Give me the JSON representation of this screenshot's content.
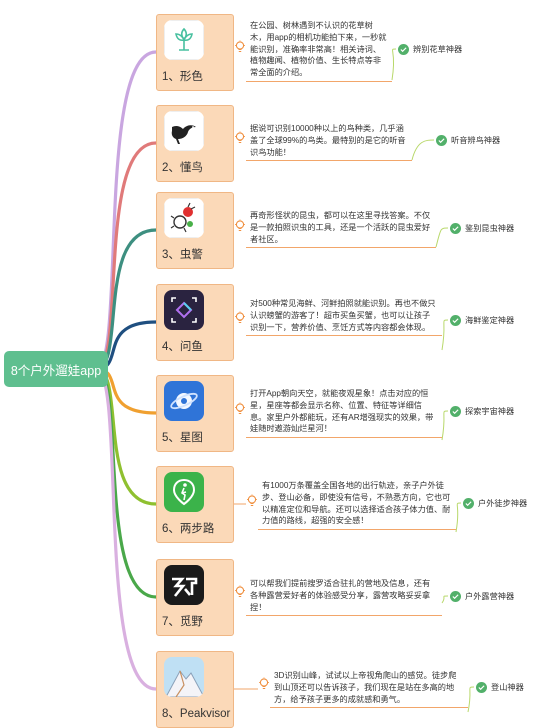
{
  "root": {
    "label": "8个户外遛娃app"
  },
  "apps": [
    {
      "label": "1、形色",
      "desc": "在公园、树林遇到不认识的花草树木，用app的相机功能拍下来，一秒就能识别，准确率非常高！相关诗词、植物趣闻、植物价值、生长特点等非常全面的介绍。",
      "tag": "辨别花草神器",
      "color": "#c9a6e0",
      "icon": "flower-icon"
    },
    {
      "label": "2、懂鸟",
      "desc": "据说可识别10000种以上的鸟种类，几乎涵盖了全球99%的鸟类。最特别的是它的听音识鸟功能！",
      "tag": "听音辨鸟神器",
      "color": "#e07a7a",
      "icon": "bird-icon"
    },
    {
      "label": "3、虫警",
      "desc": "再奇形怪状的昆虫，都可以在这里寻找答案。不仅是一款拍照识虫的工具，还是一个活跃的昆虫爱好者社区。",
      "tag": "鉴别昆虫神器",
      "color": "#3d8f80",
      "icon": "insect-icon"
    },
    {
      "label": "4、问鱼",
      "desc": "对500种常见海鲜、河鲜拍照就能识别。再也不做只认识螃蟹的游客了！超市买鱼买蟹，也可以让孩子识别一下，营养价值、烹饪方式等内容都会体现。",
      "tag": "海鲜鉴定神器",
      "color": "#1f4f80",
      "icon": "fish-icon"
    },
    {
      "label": "5、星图",
      "desc": "打开App朝向天空，就能夜观星象！点击对应的恒星，星座等都会显示名称、位置、特征等详细信息。家里户外都能玩，还有AR增强现实的效果，带娃随时遨游灿烂星河！",
      "tag": "探索宇宙神器",
      "color": "#f0a030",
      "icon": "planet-icon"
    },
    {
      "label": "6、两步路",
      "desc": "有1000万条覆盖全国各地的出行轨迹，亲子户外徒步、登山必备，即使没有信号，不熟悉方向，它也可以精准定位和导航。还可以选择适合孩子体力值、耐力值的路线，超强的安全感！",
      "tag": "户外徒步神器",
      "color": "#8fc030",
      "icon": "hiker-icon"
    },
    {
      "label": "7、觅野",
      "desc": "可以帮我们提前搜罗适合驻扎的营地及信息，还有各种露营爱好者的体验感受分享，露营攻略妥妥拿捏！",
      "tag": "户外露营神器",
      "color": "#4aa84a",
      "icon": "camp-icon"
    },
    {
      "label": "8、Peakvisor",
      "desc": "3D识别山峰，试试以上帝视角爬山的感觉。徒步爬到山顶还可以告诉孩子，我们现在是站在多高的地方，给予孩子更多的成就感和勇气。",
      "tag": "登山神器",
      "color": "#d9b0e0",
      "icon": "mountain-icon"
    }
  ]
}
